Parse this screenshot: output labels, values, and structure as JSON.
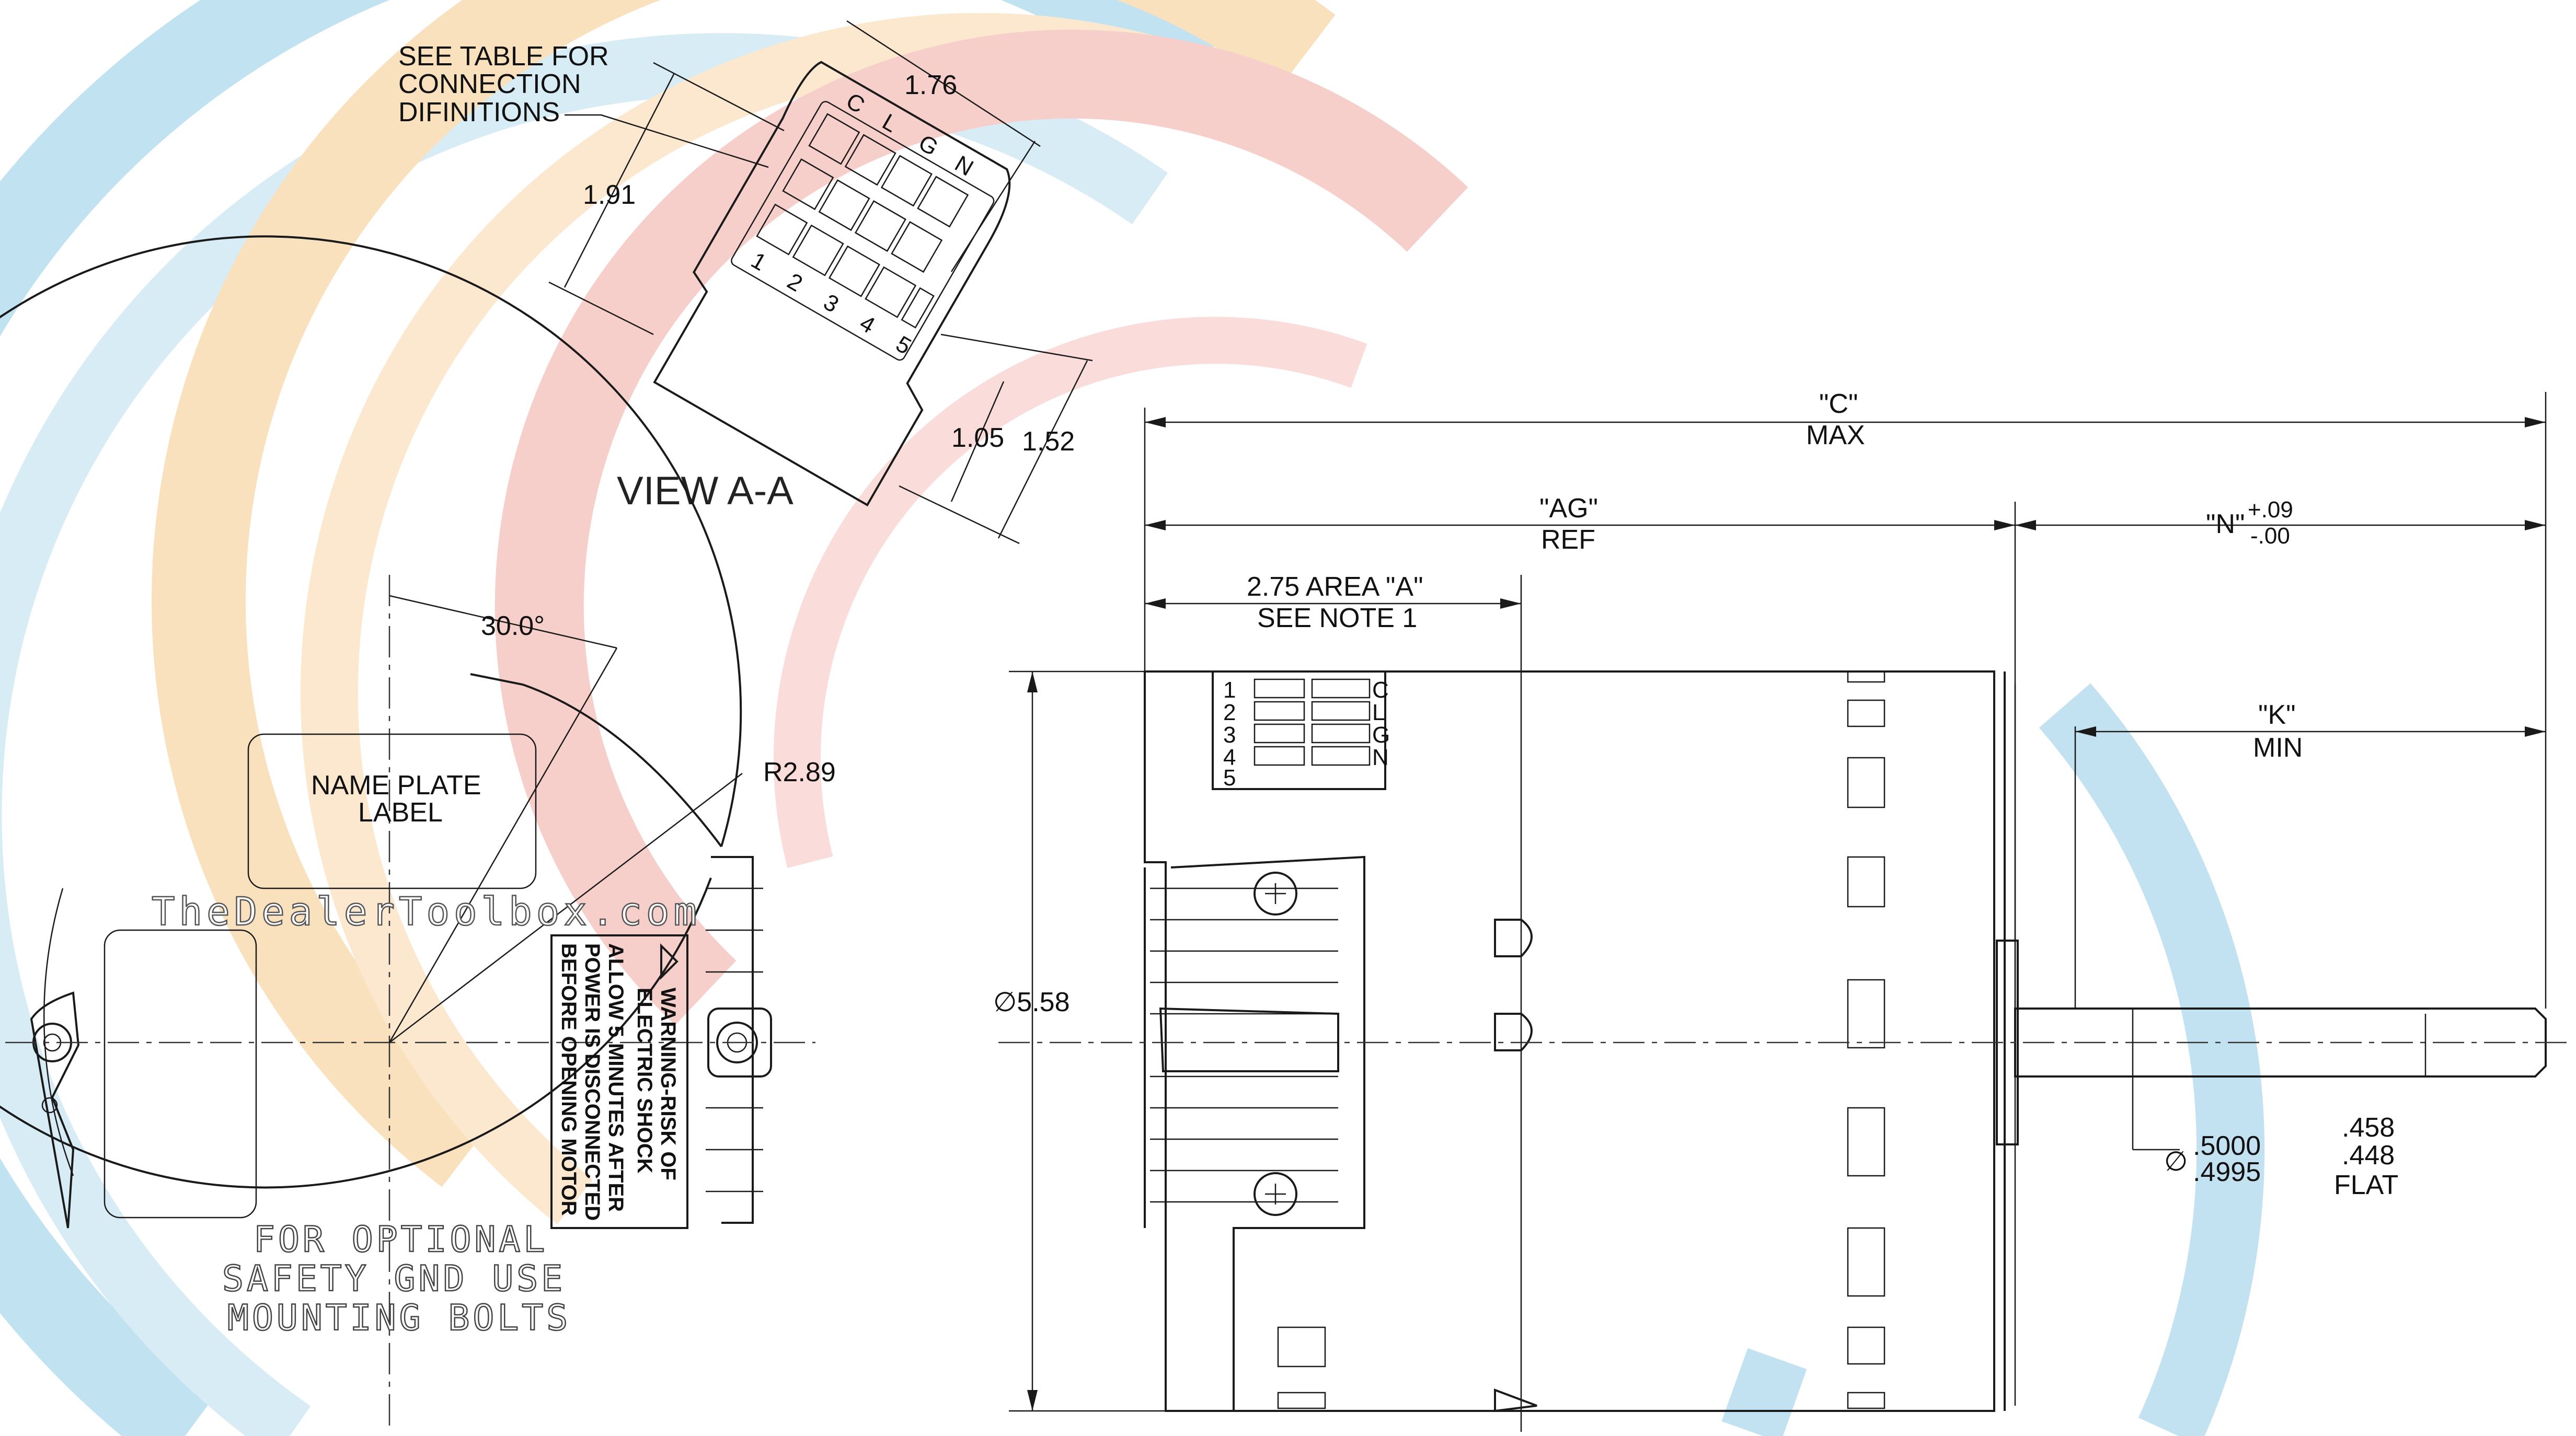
{
  "watermark": "TheDealerToolbox.com",
  "view_a": {
    "table_note_lines": [
      "SEE TABLE FOR",
      "CONNECTION",
      "DIFINITIONS"
    ],
    "dim_width": "1.76",
    "dim_height": "1.91",
    "dim_offset_small": "1.05",
    "dim_offset_large": "1.52",
    "connector_letters": [
      "C",
      "L",
      "G",
      "N"
    ],
    "connector_numbers": [
      "1",
      "2",
      "3",
      "4",
      "5"
    ],
    "title": "VIEW A-A"
  },
  "end_view": {
    "angle_label": "30.0°",
    "radius_label": "R2.89",
    "name_plate_lines": [
      "NAME PLATE",
      "LABEL"
    ],
    "warning_lines": [
      "WARNING-RISK OF",
      "ELECTRIC SHOCK",
      "ALLOW 5 MINUTES AFTER",
      "POWER IS DISCONNECTED",
      "BEFORE OPENING MOTOR"
    ],
    "ground_note_lines": [
      "FOR OPTIONAL",
      "SAFETY GND USE",
      "MOUNTING BOLTS"
    ]
  },
  "side_view": {
    "dim_c": "\"C\"",
    "dim_c_sub": "MAX",
    "dim_ag": "\"AG\"",
    "dim_ag_sub": "REF",
    "dim_n": "\"N\"",
    "dim_n_tol_plus": "+.09",
    "dim_n_tol_minus": "-.00",
    "area_line1": "2.75 AREA \"A\"",
    "area_line2": "SEE NOTE 1",
    "dim_k": "\"K\"",
    "dim_k_sub": "MIN",
    "diameter_body": "∅5.58",
    "shaft_dia_sym": "∅",
    "shaft_dia_max": ".5000",
    "shaft_dia_min": ".4995",
    "flat_max": ".458",
    "flat_min": ".448",
    "flat_label": "FLAT",
    "connector_letters": [
      "C",
      "L",
      "G",
      "N"
    ],
    "connector_numbers": [
      "1",
      "2",
      "3",
      "4",
      "5"
    ]
  }
}
